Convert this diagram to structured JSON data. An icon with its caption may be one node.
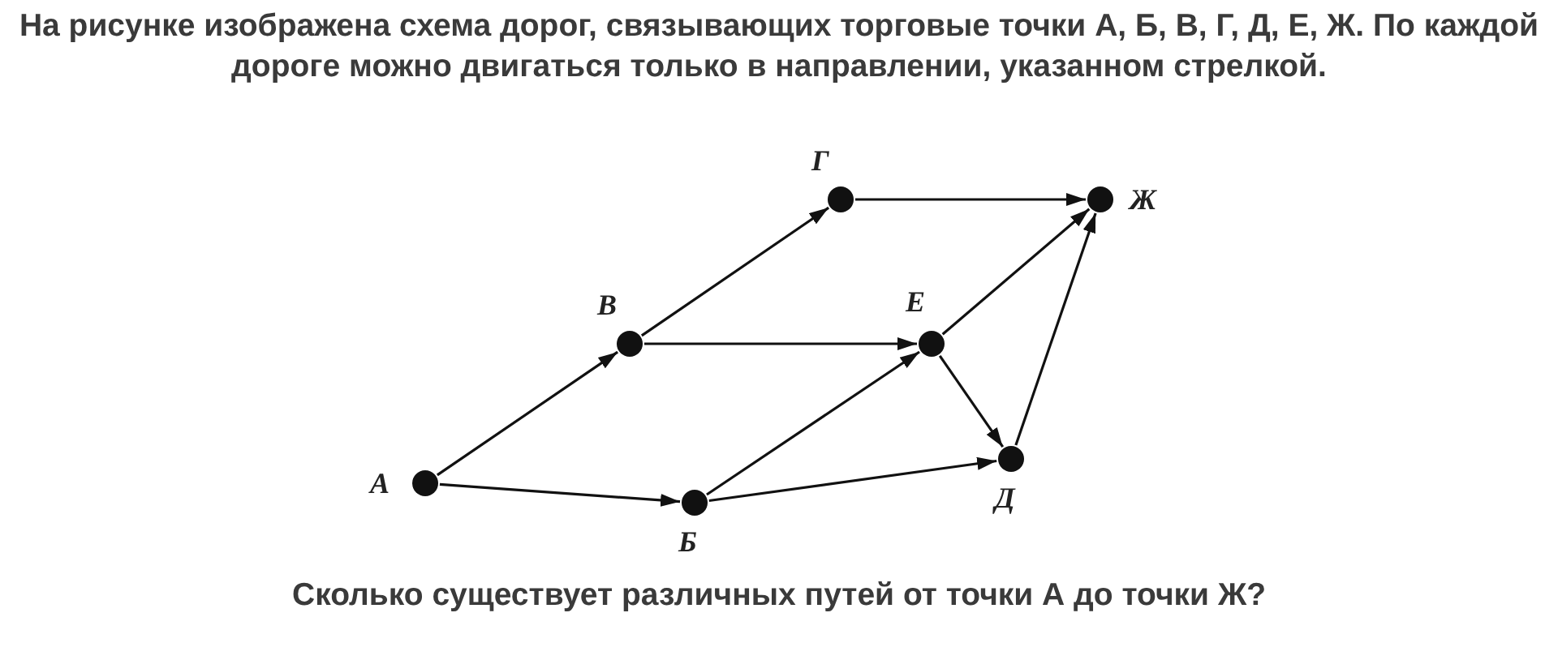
{
  "diagram": {
    "title": "На рисунке изображена схема дорог, связывающих торговые точки А, Б, В, Г, Д, Е, Ж. По каждой дороге можно двигаться только в направлении, указанном стрелкой.",
    "caption": "Сколько существует различных путей от точки А до точки Ж?",
    "nodes": [
      {
        "text": [
          "А"
        ]
      },
      {
        "text": [
          "В"
        ]
      },
      {
        "text": [
          "Г"
        ]
      },
      {
        "text": [
          "Ж"
        ]
      },
      {
        "text": [
          "Е"
        ]
      },
      {
        "text": [
          "Д"
        ]
      },
      {
        "text": [
          "Б"
        ]
      }
    ],
    "edges": [
      {
        "from": 0,
        "to": 1,
        "arrow": "to"
      },
      {
        "from": 0,
        "to": 6,
        "arrow": "to"
      },
      {
        "from": 1,
        "to": 2,
        "arrow": "to"
      },
      {
        "from": 1,
        "to": 4,
        "arrow": "to"
      },
      {
        "from": 2,
        "to": 3,
        "arrow": "to"
      },
      {
        "from": 6,
        "to": 4,
        "arrow": "to"
      },
      {
        "from": 6,
        "to": 5,
        "arrow": "to"
      },
      {
        "from": 4,
        "to": 3,
        "arrow": "to"
      },
      {
        "from": 4,
        "to": 5,
        "arrow": "to"
      },
      {
        "from": 5,
        "to": 3,
        "arrow": "to"
      }
    ]
  }
}
